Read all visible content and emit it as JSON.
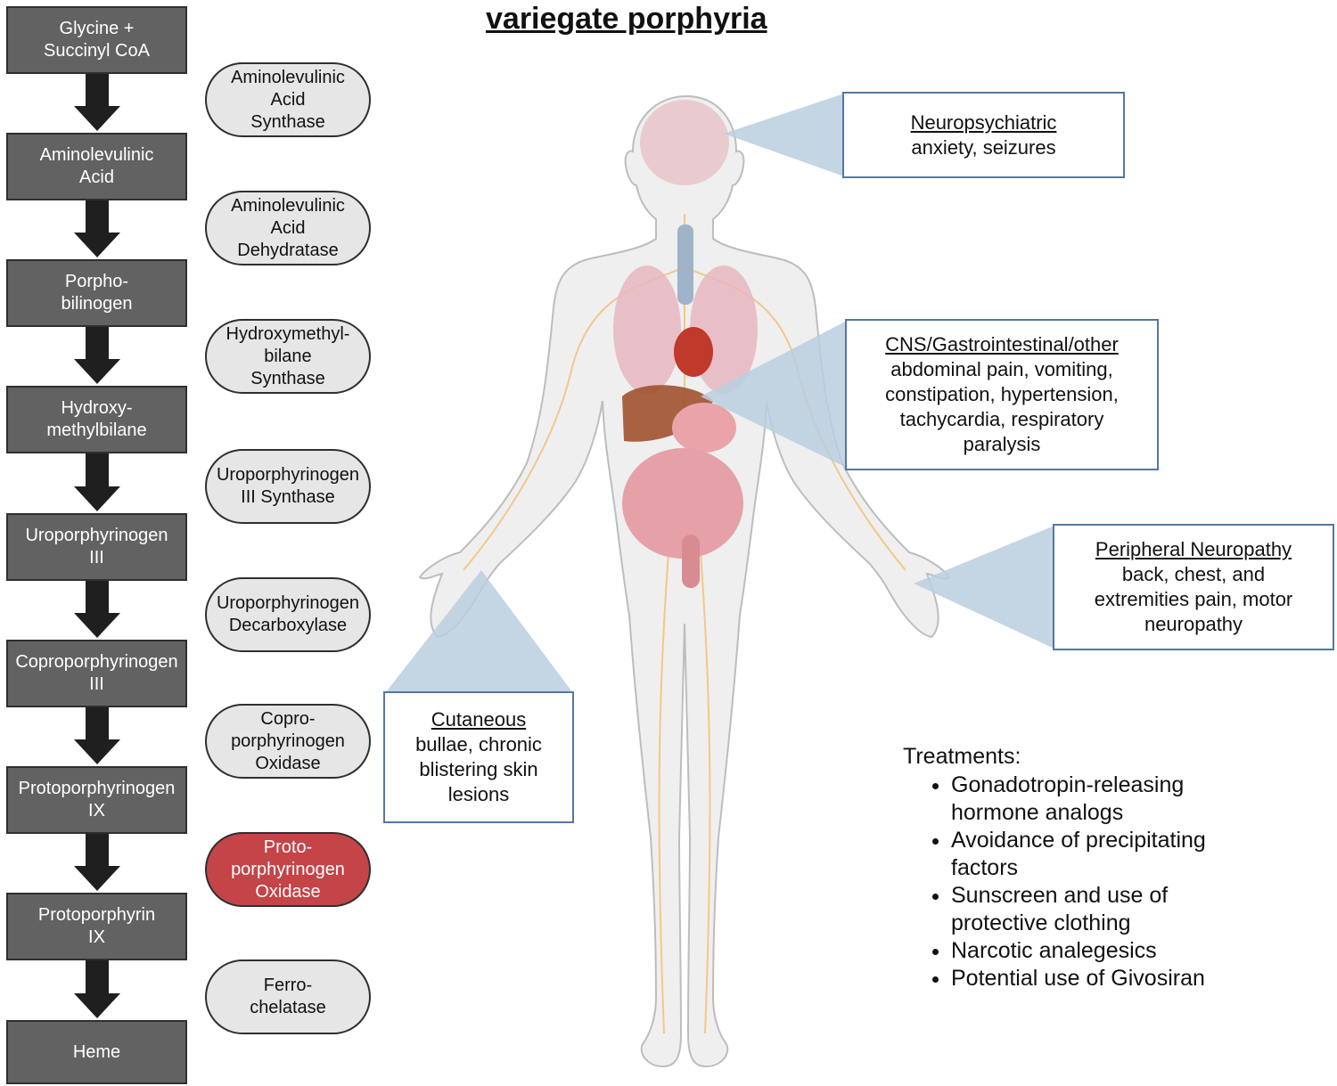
{
  "title": "variegate porphyria",
  "pathway": [
    {
      "label": "Glycine +\nSuccinyl CoA"
    },
    {
      "label": "Aminolevulinic\nAcid"
    },
    {
      "label": "Porpho-\nbilinogen"
    },
    {
      "label": "Hydroxy-\nmethylbilane"
    },
    {
      "label": "Uroporphyrinogen\nIII"
    },
    {
      "label": "Coproporphyrinogen\nIII"
    },
    {
      "label": "Protoporphyrinogen\nIX"
    },
    {
      "label": "Protoporphyrin\nIX"
    },
    {
      "label": "Heme"
    }
  ],
  "enzymes": [
    {
      "label": "Aminolevulinic\nAcid\nSynthase",
      "deficient": false
    },
    {
      "label": "Aminolevulinic\nAcid\nDehydratase",
      "deficient": false
    },
    {
      "label": "Hydroxymethyl-\nbilane\nSynthase",
      "deficient": false
    },
    {
      "label": "Uroporphyrinogen\nIII Synthase",
      "deficient": false
    },
    {
      "label": "Uroporphyrinogen\nDecarboxylase",
      "deficient": false
    },
    {
      "label": "Copro-\nporphyrinogen\nOxidase",
      "deficient": false
    },
    {
      "label": "Proto-\nporphyrinogen\nOxidase",
      "deficient": true
    },
    {
      "label": "Ferro-\nchelatase",
      "deficient": false
    }
  ],
  "colors": {
    "step_fill": "#626262",
    "enzyme_fill": "#e6e6e6",
    "deficient_enzyme_fill": "#c44448",
    "callout_border": "#5477a4",
    "callout_pointer": "#bacedf"
  },
  "callouts": {
    "neuro": {
      "heading": "Neuropsychiatric",
      "body": "anxiety, seizures"
    },
    "cns": {
      "heading": "CNS/Gastrointestinal/other",
      "body": "abdominal pain, vomiting,\nconstipation, hypertension,\ntachycardia, respiratory\nparalysis"
    },
    "peripheral": {
      "heading": "Peripheral Neuropathy",
      "body": "back, chest, and\nextremities pain, motor\nneuropathy"
    },
    "cutaneous": {
      "heading": "Cutaneous",
      "body": "bullae, chronic\nblistering skin\nlesions"
    }
  },
  "treatments": {
    "heading": "Treatments:",
    "items": [
      "Gonadotropin-releasing\nhormone analogs",
      "Avoidance of precipitating\nfactors",
      "Sunscreen and use of\nprotective clothing",
      "Narcotic analegesics",
      "Potential use of Givosiran"
    ]
  }
}
